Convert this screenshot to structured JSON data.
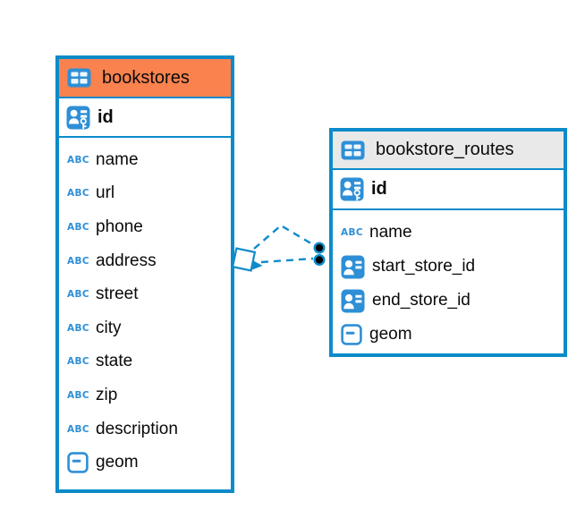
{
  "diagram": {
    "colors": {
      "accent_blue": "#0d8bc9",
      "icon_blue": "#2e8fd6",
      "bookstores_header": "#f9824f",
      "routes_header": "#e9e9e9",
      "text": "#0a0a0a",
      "marker_black": "#000000"
    },
    "icons": {
      "abc_label": "ABC"
    },
    "tables": [
      {
        "title": "bookstores",
        "columns": [
          {
            "label": "id",
            "type": "primary-key"
          },
          {
            "label": "name",
            "type": "text"
          },
          {
            "label": "url",
            "type": "text"
          },
          {
            "label": "phone",
            "type": "text"
          },
          {
            "label": "address",
            "type": "text"
          },
          {
            "label": "street",
            "type": "text"
          },
          {
            "label": "city",
            "type": "text"
          },
          {
            "label": "state",
            "type": "text"
          },
          {
            "label": "zip",
            "type": "text"
          },
          {
            "label": "description",
            "type": "text"
          },
          {
            "label": "geom",
            "type": "geometry"
          }
        ]
      },
      {
        "title": "bookstore_routes",
        "columns": [
          {
            "label": "id",
            "type": "primary-key"
          },
          {
            "label": "name",
            "type": "text"
          },
          {
            "label": "start_store_id",
            "type": "foreign-key"
          },
          {
            "label": "end_store_id",
            "type": "foreign-key"
          },
          {
            "label": "geom",
            "type": "geometry"
          }
        ]
      }
    ],
    "relationships": [
      {
        "from_table": "bookstores",
        "to_table": "bookstore_routes",
        "line_style": "dashed",
        "source_marker": "diamond-arrow",
        "target_marker": "filled-circle"
      },
      {
        "from_table": "bookstores",
        "to_table": "bookstore_routes",
        "line_style": "dashed",
        "source_marker": "diamond-arrow",
        "target_marker": "filled-circle"
      }
    ]
  }
}
